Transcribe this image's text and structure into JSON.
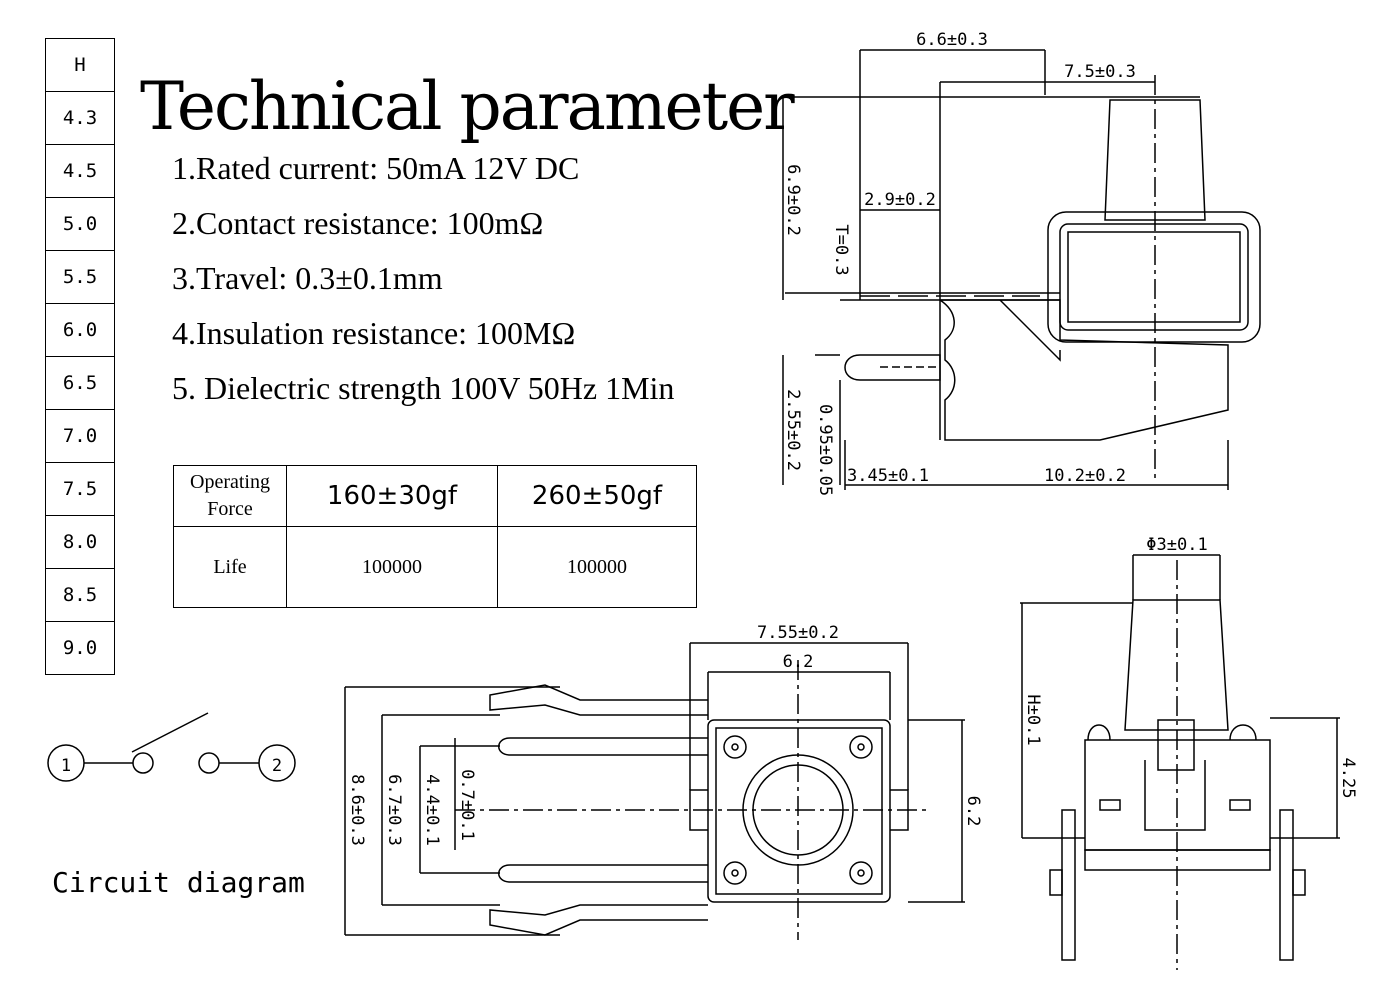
{
  "h_table": {
    "header": "H",
    "values": [
      "4.3",
      "4.5",
      "5.0",
      "5.5",
      "6.0",
      "6.5",
      "7.0",
      "7.5",
      "8.0",
      "8.5",
      "9.0"
    ]
  },
  "title": "Technical parameter",
  "parameters": [
    "1.Rated current: 50mA 12V DC",
    "2.Contact resistance: 100mΩ",
    "3.Travel: 0.3±0.1mm",
    "4.Insulation resistance: 100MΩ",
    "5. Dielectric strength 100V 50Hz 1Min"
  ],
  "force_table": {
    "row1_label_line1": "Operating",
    "row1_label_line2": "Force",
    "force_a": "160±30gf",
    "force_b": "260±50gf",
    "row2_label": "Life",
    "life_a": "100000",
    "life_b": "100000"
  },
  "circuit": {
    "pin1": "1",
    "pin2": "2",
    "caption": "Circuit diagram"
  },
  "side_view_dims": {
    "top_width": "6.6±0.3",
    "offset": "7.5±0.3",
    "height": "6.9±0.2",
    "lever": "2.9±0.2",
    "thickness": "T=0.3",
    "pin_height": "2.55±0.2",
    "pin_thick": "0.95±0.05",
    "pin_len": "3.45±0.1",
    "body_len": "10.2±0.2"
  },
  "top_view_dims": {
    "outer_width": "7.55±0.2",
    "inner_width": "6.2",
    "total": "8.6±0.3",
    "pitch_outer": "6.7±0.3",
    "pitch_inner": "4.4±0.1",
    "pin_width": "0.7±0.1",
    "body_height": "6.2"
  },
  "front_view_dims": {
    "stem_dia": "Φ3±0.1",
    "height": "H±0.1",
    "body_height": "4.25"
  }
}
